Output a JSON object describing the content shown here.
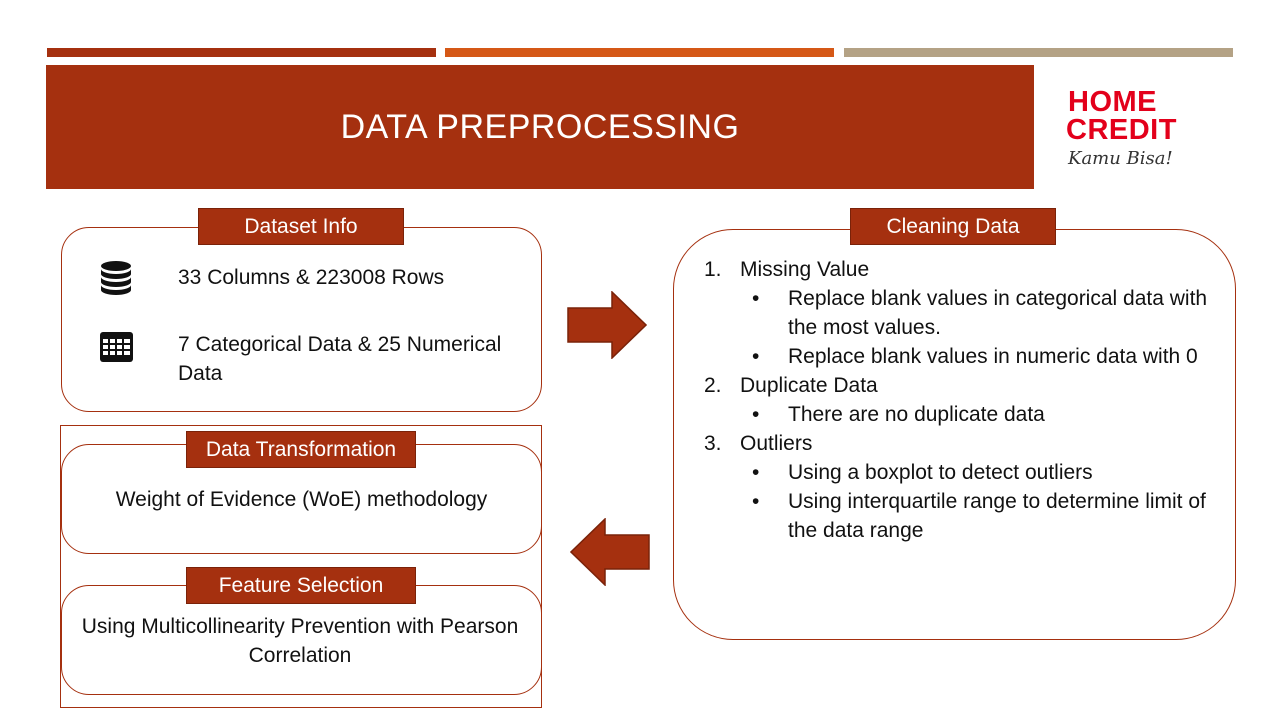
{
  "header": {
    "title": "DATA PREPROCESSING"
  },
  "logo": {
    "line1": "HOME",
    "line2": "CREDIT",
    "tagline": "Kamu Bisa!"
  },
  "colors": {
    "primary": "#a5300f",
    "accent": "#d55816",
    "tan": "#b4a285",
    "logo_red": "#e3001b"
  },
  "dataset_info": {
    "title": "Dataset Info",
    "rows": [
      {
        "icon": "database-icon",
        "text": "33 Columns & 223008 Rows"
      },
      {
        "icon": "table-icon",
        "text": "7 Categorical Data & 25 Numerical Data"
      }
    ]
  },
  "data_transformation": {
    "title": "Data Transformation",
    "text": "Weight of Evidence (WoE) methodology"
  },
  "feature_selection": {
    "title": "Feature Selection",
    "text": "Using Multicollinearity Prevention with Pearson Correlation"
  },
  "cleaning_data": {
    "title": "Cleaning Data",
    "items": [
      {
        "num": "1.",
        "label": "Missing Value",
        "bullets": [
          "Replace blank values in categorical data with the most values.",
          "Replace blank values in numeric data with 0"
        ]
      },
      {
        "num": "2.",
        "label": "Duplicate Data",
        "bullets": [
          "There are no duplicate data"
        ]
      },
      {
        "num": "3.",
        "label": "Outliers",
        "bullets": [
          "Using a boxplot to detect outliers",
          "Using interquartile range to determine limit of the data range"
        ]
      }
    ]
  }
}
